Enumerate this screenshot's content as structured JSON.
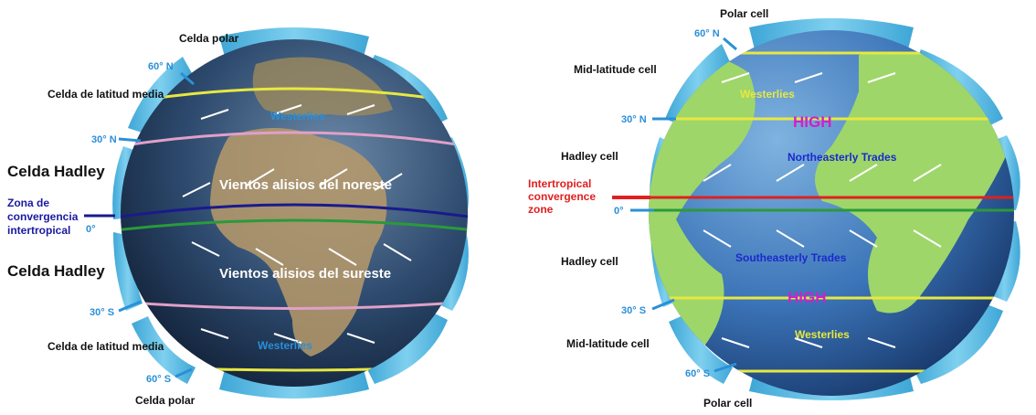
{
  "colors": {
    "hadley_line": "#ffffff",
    "itcz_left": "#1a1a8c",
    "itcz_right": "#e02020",
    "equator": "#2a9a3a",
    "lat30_left": "#e0a0c8",
    "lat60": "#e8e840",
    "cell_band": "#5bc0e8",
    "degree_label": "#2a8fd8",
    "high_label": "#d020c8",
    "trades_label": "#1a2acc",
    "westerlies_right": "#e8e840",
    "itcz_label_left": "#1a1aa0",
    "itcz_label_right": "#e02020"
  },
  "left_diagram": {
    "polar_top": "Celda polar",
    "polar_bottom": "Celda polar",
    "midlat_top": "Celda de latitud media",
    "midlat_bottom": "Celda de latitud media",
    "hadley_top": "Celda Hadley",
    "hadley_bottom": "Celda Hadley",
    "itcz_line1": "Zona de",
    "itcz_line2": "convergencia",
    "itcz_line3": "intertropical",
    "lat_60n": "60° N",
    "lat_30n": "30° N",
    "lat_0": "0°",
    "lat_30s": "30° S",
    "lat_60s": "60° S",
    "westerlies_north": "Westerlies",
    "westerlies_south": "Westerlies",
    "ne_trades": "Vientos alisios del noreste",
    "se_trades": "Vientos alisios del sureste"
  },
  "right_diagram": {
    "polar_top": "Polar cell",
    "polar_bottom": "Polar cell",
    "midlat_top": "Mid-latitude cell",
    "midlat_bottom": "Mid-latitude cell",
    "hadley_top": "Hadley cell",
    "hadley_bottom": "Hadley cell",
    "itcz_line1": "Intertropical",
    "itcz_line2": "convergence",
    "itcz_line3": "zone",
    "lat_60n": "60° N",
    "lat_30n": "30° N",
    "lat_0": "0°",
    "lat_30s": "30° S",
    "lat_60s": "60° S",
    "high_north": "HIGH",
    "high_south": "HIGH",
    "westerlies_north": "Westerlies",
    "westerlies_south": "Westerlies",
    "ne_trades": "Northeasterly Trades",
    "se_trades": "Southeasterly Trades"
  }
}
